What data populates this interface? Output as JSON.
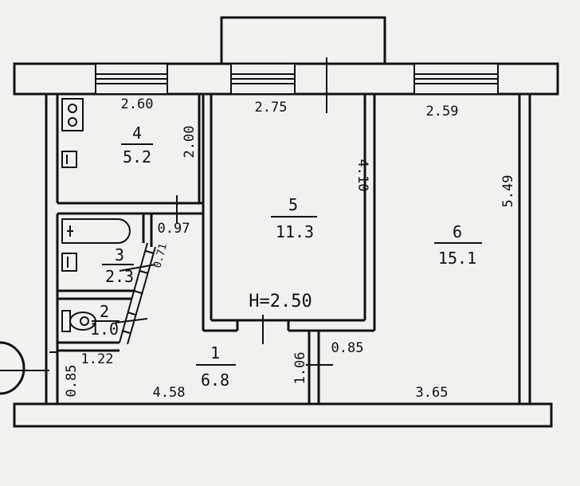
{
  "rooms": [
    {
      "number": "4",
      "area": "5.2"
    },
    {
      "number": "5",
      "area": "11.3"
    },
    {
      "number": "6",
      "area": "15.1"
    },
    {
      "number": "3",
      "area": "2.3"
    },
    {
      "number": "2",
      "area": "1.0"
    },
    {
      "number": "1",
      "area": "6.8"
    }
  ],
  "dimensions": {
    "kitchen_width": "2.60",
    "kitchen_depth": "2.00",
    "room5_width": "2.75",
    "room5_depth": "4.10",
    "room6_width": "2.59",
    "room6_depth": "5.49",
    "bath_door": "0.97",
    "bath_diag": "0.71",
    "wc_width": "1.22",
    "entry_width": "0.85",
    "hall_length": "4.58",
    "room6_bottom": "3.65",
    "closet_depth": "1.06",
    "closet_width": "0.85"
  },
  "ceiling_height": "H=2.50"
}
